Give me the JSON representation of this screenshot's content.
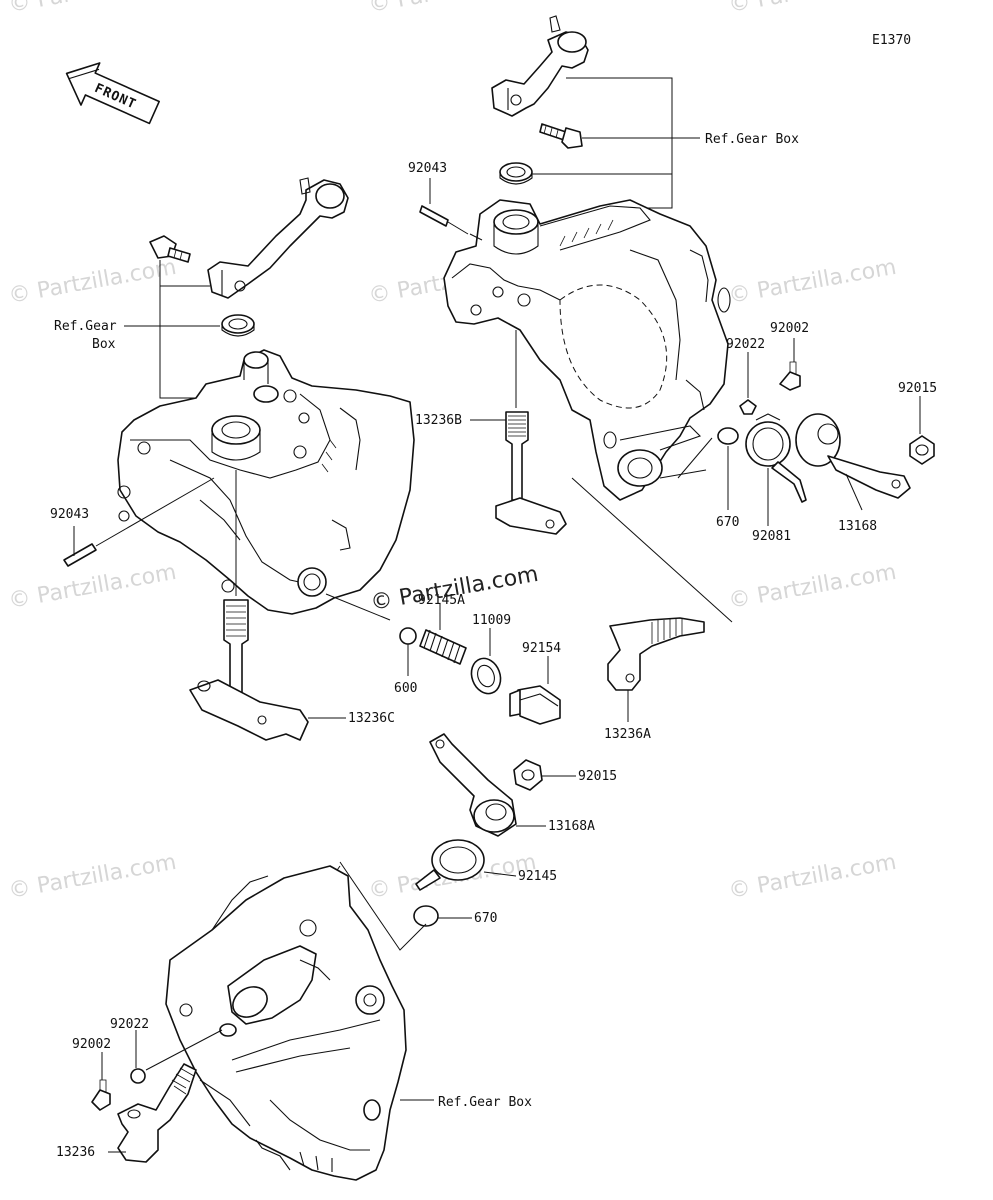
{
  "diagram_code": "E1370",
  "front_arrow_text": "FRONT",
  "ref_gear_box_top": "Ref.Gear Box",
  "ref_gear_box_left_line1": "Ref.Gear",
  "ref_gear_box_left_line2": "Box",
  "ref_gear_box_bottom": "Ref.Gear Box",
  "parts": {
    "p92043_top": "92043",
    "p92043_left": "92043",
    "p92002_top": "92002",
    "p92022_top": "92022",
    "p92015_top": "92015",
    "p13236B": "13236B",
    "p670_top": "670",
    "p92081": "92081",
    "p13168": "13168",
    "p92145A": "92145A",
    "p11009": "11009",
    "p92154": "92154",
    "p600": "600",
    "p13236C": "13236C",
    "p13236A": "13236A",
    "p92015_mid": "92015",
    "p13168A": "13168A",
    "p92145": "92145",
    "p670_bottom": "670",
    "p92022_bottom": "92022",
    "p92002_bottom": "92002",
    "p13236": "13236"
  },
  "watermark": {
    "text": "© Partzilla.com",
    "color": "#d6d6d6"
  },
  "watermark_center": "© Partzilla.com"
}
